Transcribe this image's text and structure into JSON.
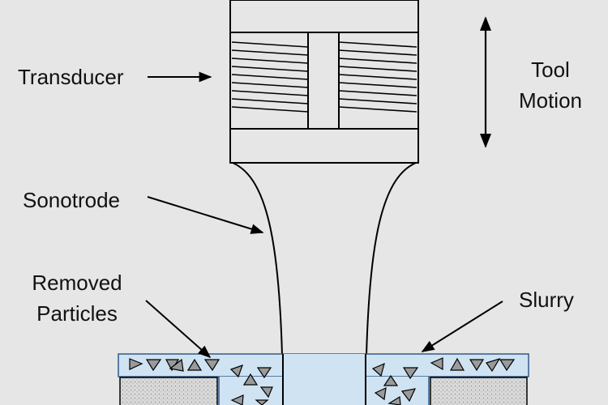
{
  "labels": {
    "transducer": "Transducer",
    "tool_motion_line1": "Tool",
    "tool_motion_line2": "Motion",
    "sonotrode": "Sonotrode",
    "removed_particles_line1": "Removed",
    "removed_particles_line2": "Particles",
    "slurry": "Slurry"
  },
  "colors": {
    "background": "#e6e6e6",
    "line": "#000000",
    "slurry_fill": "#cfe3f2",
    "slurry_border": "#2f5b8a",
    "particle_fill": "#9a9a9a",
    "workpiece_fill": "#d9d9d9"
  }
}
